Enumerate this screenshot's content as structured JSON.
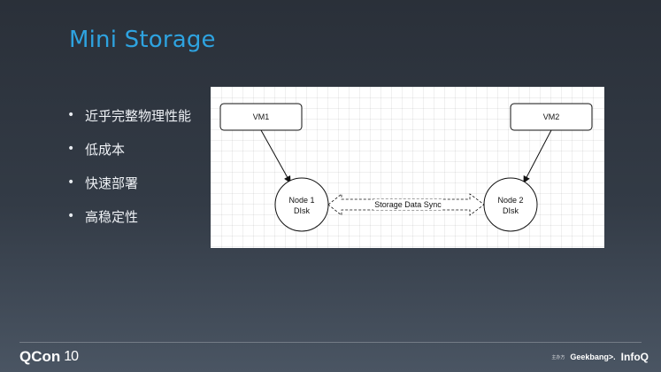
{
  "slide": {
    "title": "Mini Storage",
    "bullets": [
      "近乎完整物理性能",
      "低成本",
      "快速部署",
      "高稳定性"
    ]
  },
  "diagram": {
    "vm1": "VM1",
    "vm2": "VM2",
    "node1": {
      "line1": "Node 1",
      "line2": "DIsk"
    },
    "node2": {
      "line1": "Node 2",
      "line2": "DIsk"
    },
    "sync_label": "Storage Data Sync"
  },
  "footer": {
    "brand": "QCon",
    "brand_mark": "10",
    "partner_small": "主办方",
    "partner_geek": "Geekbang>.",
    "partner_infoq": "InfoQ"
  }
}
